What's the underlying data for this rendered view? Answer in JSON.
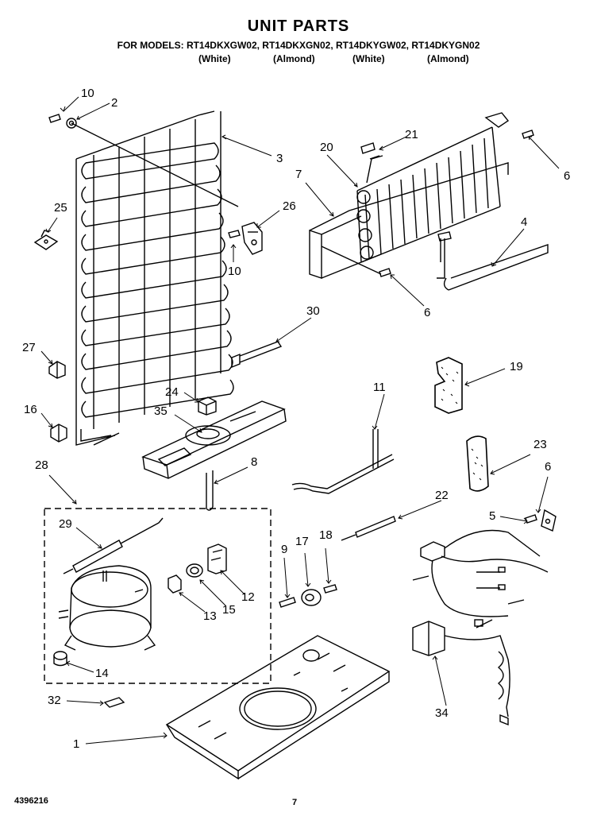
{
  "title": "UNIT PARTS",
  "models_line": "FOR MODELS: RT14DKXGW02, RT14DKXGN02, RT14DKYGW02, RT14DKYGN02",
  "model_colors": [
    "(White)",
    "(Almond)",
    "(White)",
    "(Almond)"
  ],
  "callouts": {
    "c10a": "10",
    "c2": "2",
    "c3": "3",
    "c25": "25",
    "c26": "26",
    "c10b": "10",
    "c20": "20",
    "c21": "21",
    "c7": "7",
    "c6a": "6",
    "c4": "4",
    "c6b": "6",
    "c30": "30",
    "c27": "27",
    "c19": "19",
    "c24": "24",
    "c35": "35",
    "c16": "16",
    "c11": "11",
    "c28": "28",
    "c8": "8",
    "c23": "23",
    "c6c": "6",
    "c29": "29",
    "c22": "22",
    "c5": "5",
    "c9": "9",
    "c17": "17",
    "c18": "18",
    "c12": "12",
    "c15": "15",
    "c13": "13",
    "c14": "14",
    "c32": "32",
    "c34": "34",
    "c1": "1"
  },
  "footer": {
    "doc_number": "4396216",
    "page_number": "7"
  }
}
